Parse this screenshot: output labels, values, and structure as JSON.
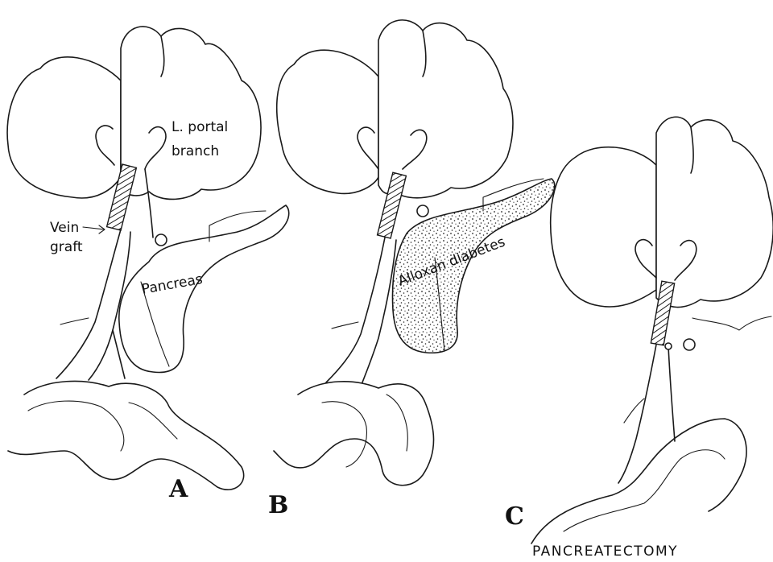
{
  "panels": [
    {
      "letter": "A",
      "labels": {
        "portal_branch_line1": "L. portal",
        "portal_branch_line2": "branch",
        "vein_graft_line1": "Vein",
        "vein_graft_line2": "graft",
        "pancreas": "Pancreas"
      }
    },
    {
      "letter": "B",
      "labels": {
        "alloxan": "Alloxan diabetes"
      }
    },
    {
      "letter": "C",
      "caption": "PANCREATECTOMY"
    }
  ]
}
